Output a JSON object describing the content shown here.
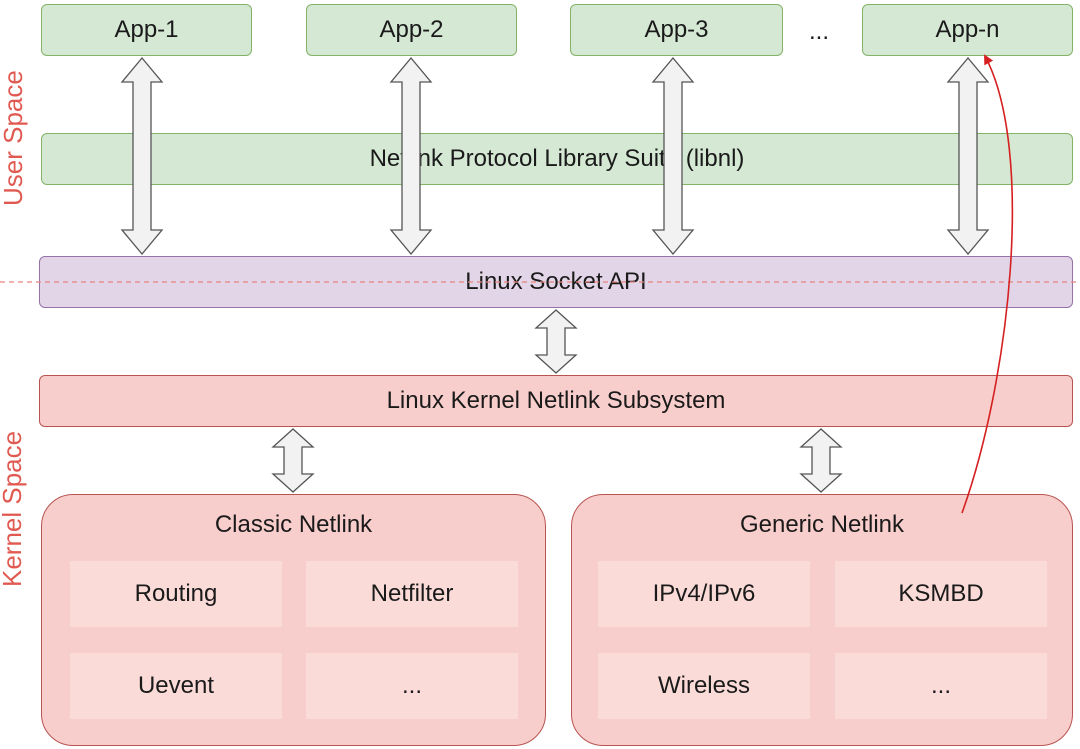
{
  "apps": [
    {
      "label": "App-1"
    },
    {
      "label": "App-2"
    },
    {
      "label": "App-3"
    },
    {
      "label": "App-n"
    }
  ],
  "apps_ellipsis": "...",
  "libnl": "Netlink Protocol Library Suite (libnl)",
  "socket_api": "Linux Socket API",
  "kernel_netlink": "Linux Kernel Netlink Subsystem",
  "user_space_label": "User Space",
  "kernel_space_label": "Kernel Space",
  "classic": {
    "title": "Classic Netlink",
    "items": [
      "Routing",
      "Netfilter",
      "Uevent",
      "..."
    ]
  },
  "generic": {
    "title": "Generic Netlink",
    "items": [
      "IPv4/IPv6",
      "KSMBD",
      "Wireless",
      "..."
    ]
  },
  "colors": {
    "user_green_fill": "#d5e8d4",
    "socket_purple_fill": "#e1d5e7",
    "kernel_pink_fill": "#f8cecc",
    "label_red": "#e05a52",
    "arrow_red": "#d62020"
  }
}
